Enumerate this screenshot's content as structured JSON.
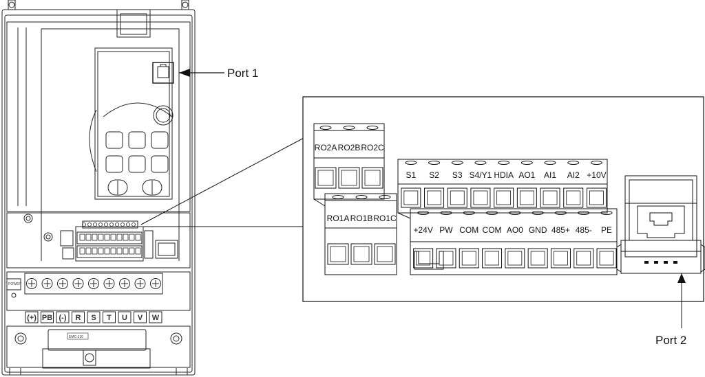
{
  "callouts": {
    "port1": "Port 1",
    "port2": "Port 2"
  },
  "drive": {
    "power_label": "POWER",
    "emc_label": "EMC-J10",
    "power_terminals": [
      "(+)",
      "PB",
      "(-)",
      "R",
      "S",
      "T",
      "U",
      "V",
      "W"
    ]
  },
  "relay_block": {
    "upper": [
      "RO2A",
      "RO2B",
      "RO2C"
    ],
    "lower": [
      "RO1A",
      "RO1B",
      "RO1C"
    ]
  },
  "control_block": {
    "upper": [
      "S1",
      "S2",
      "S3",
      "S4/Y1",
      "HDIA",
      "AO1",
      "AI1",
      "AI2",
      "+10V"
    ],
    "lower": [
      "+24V",
      "PW",
      "COM",
      "COM",
      "AO0",
      "GND",
      "485+",
      "485-",
      "PE"
    ]
  }
}
